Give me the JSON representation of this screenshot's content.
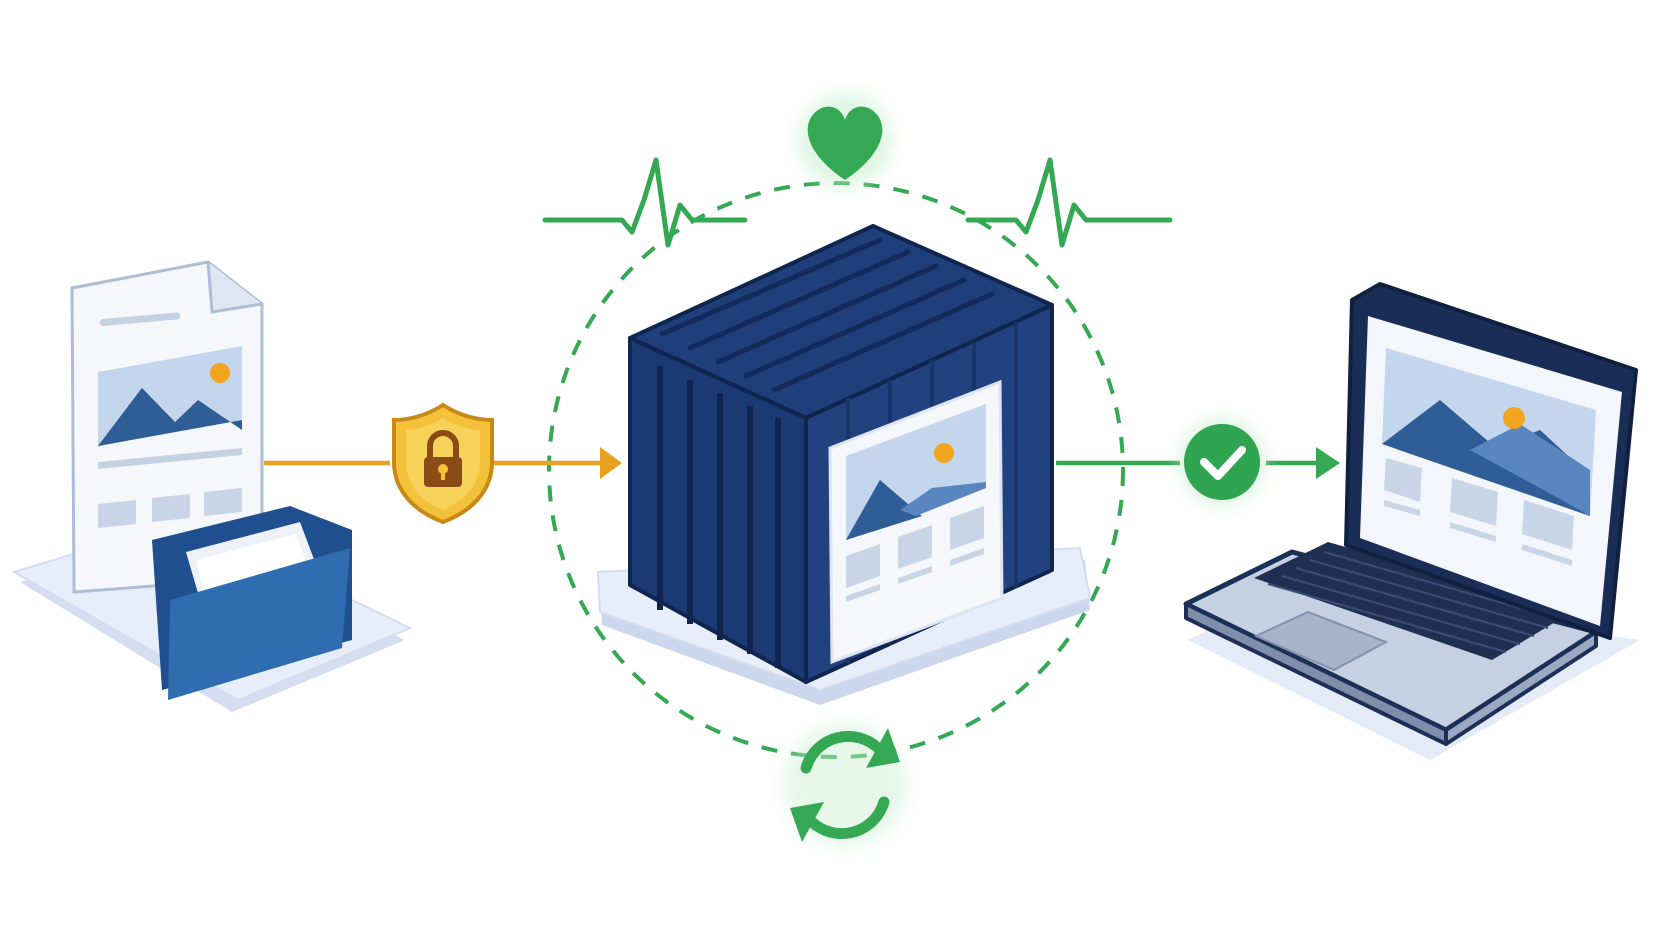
{
  "diagram": {
    "nodes": [
      {
        "id": "source-files",
        "icon": "document-folder-icon"
      },
      {
        "id": "container",
        "icon": "shipping-container-icon"
      },
      {
        "id": "laptop",
        "icon": "laptop-icon"
      }
    ],
    "edges": [
      {
        "from": "source-files",
        "to": "container",
        "badge": "shield-lock-icon",
        "color": "#e8a020"
      },
      {
        "from": "container",
        "to": "laptop",
        "badge": "check-circle-icon",
        "color": "#2fa552"
      }
    ],
    "monitoring": {
      "cycle": "dashed-circle",
      "heart": "heart-icon",
      "pulse": "heartbeat-line-icon",
      "refresh": "refresh-cycle-icon"
    }
  },
  "colors": {
    "navy": "#1c3d78",
    "navy_dark": "#142c58",
    "blue": "#2f6db0",
    "green": "#34a853",
    "orange": "#e8a020",
    "gold": "#f3c23a",
    "platform": "#e6edf8",
    "platform_edge": "#c7d4ea",
    "page": "#f3f6fb",
    "placeholder": "#c8d5e6",
    "sky": "#bcd4ee",
    "mountain": "#2f5d95",
    "sun": "#f2a51f"
  }
}
